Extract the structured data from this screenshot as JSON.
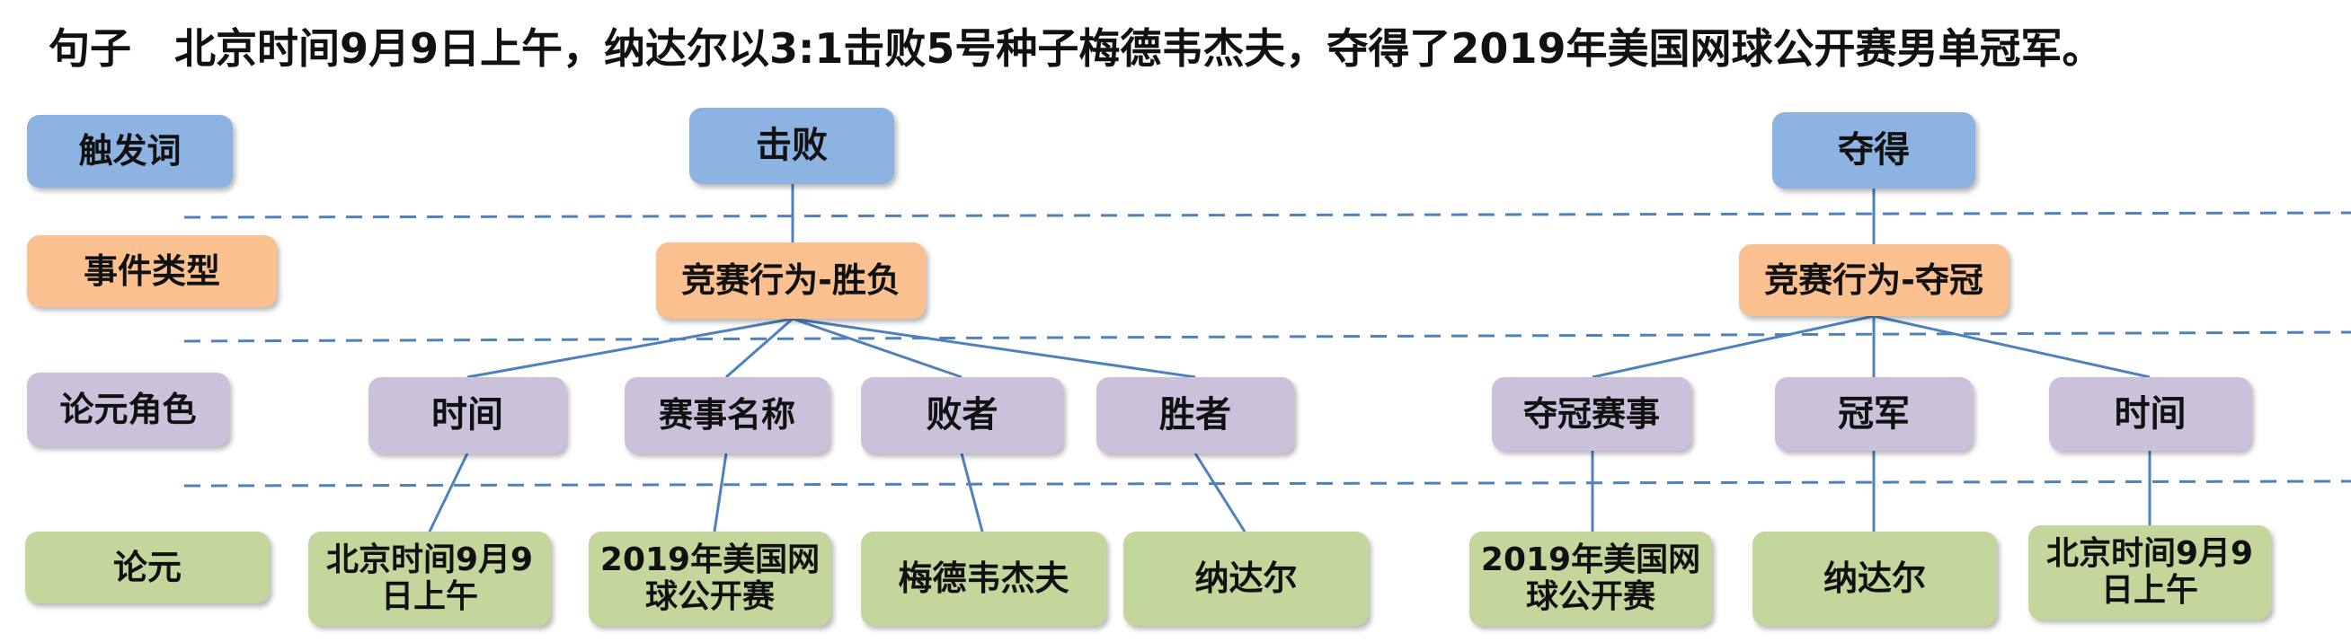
{
  "sentence": {
    "label": "句子",
    "text": "北京时间9月9日上午，纳达尔以3:1击败5号种子梅德韦杰夫，夺得了2019年美国网球公开赛男单冠军。"
  },
  "legend": {
    "trigger": "触发词",
    "event_type": "事件类型",
    "role": "论元角色",
    "argument": "论元"
  },
  "events": [
    {
      "trigger": "击败",
      "event_type": "竞赛行为-胜负",
      "roles": [
        "时间",
        "赛事名称",
        "败者",
        "胜者"
      ],
      "arguments": [
        "北京时间9月9日上午",
        "2019年美国网球公开赛",
        "梅德韦杰夫",
        "纳达尔"
      ]
    },
    {
      "trigger": "夺得",
      "event_type": "竞赛行为-夺冠",
      "roles": [
        "夺冠赛事",
        "冠军",
        "时间"
      ],
      "arguments": [
        "2019年美国网球公开赛",
        "纳达尔",
        "北京时间9月9日上午"
      ]
    }
  ],
  "colors": {
    "trigger": "#8db3e2",
    "event_type": "#fac090",
    "role": "#ccc1da",
    "argument": "#c3d69b",
    "line": "#4f81bd"
  }
}
